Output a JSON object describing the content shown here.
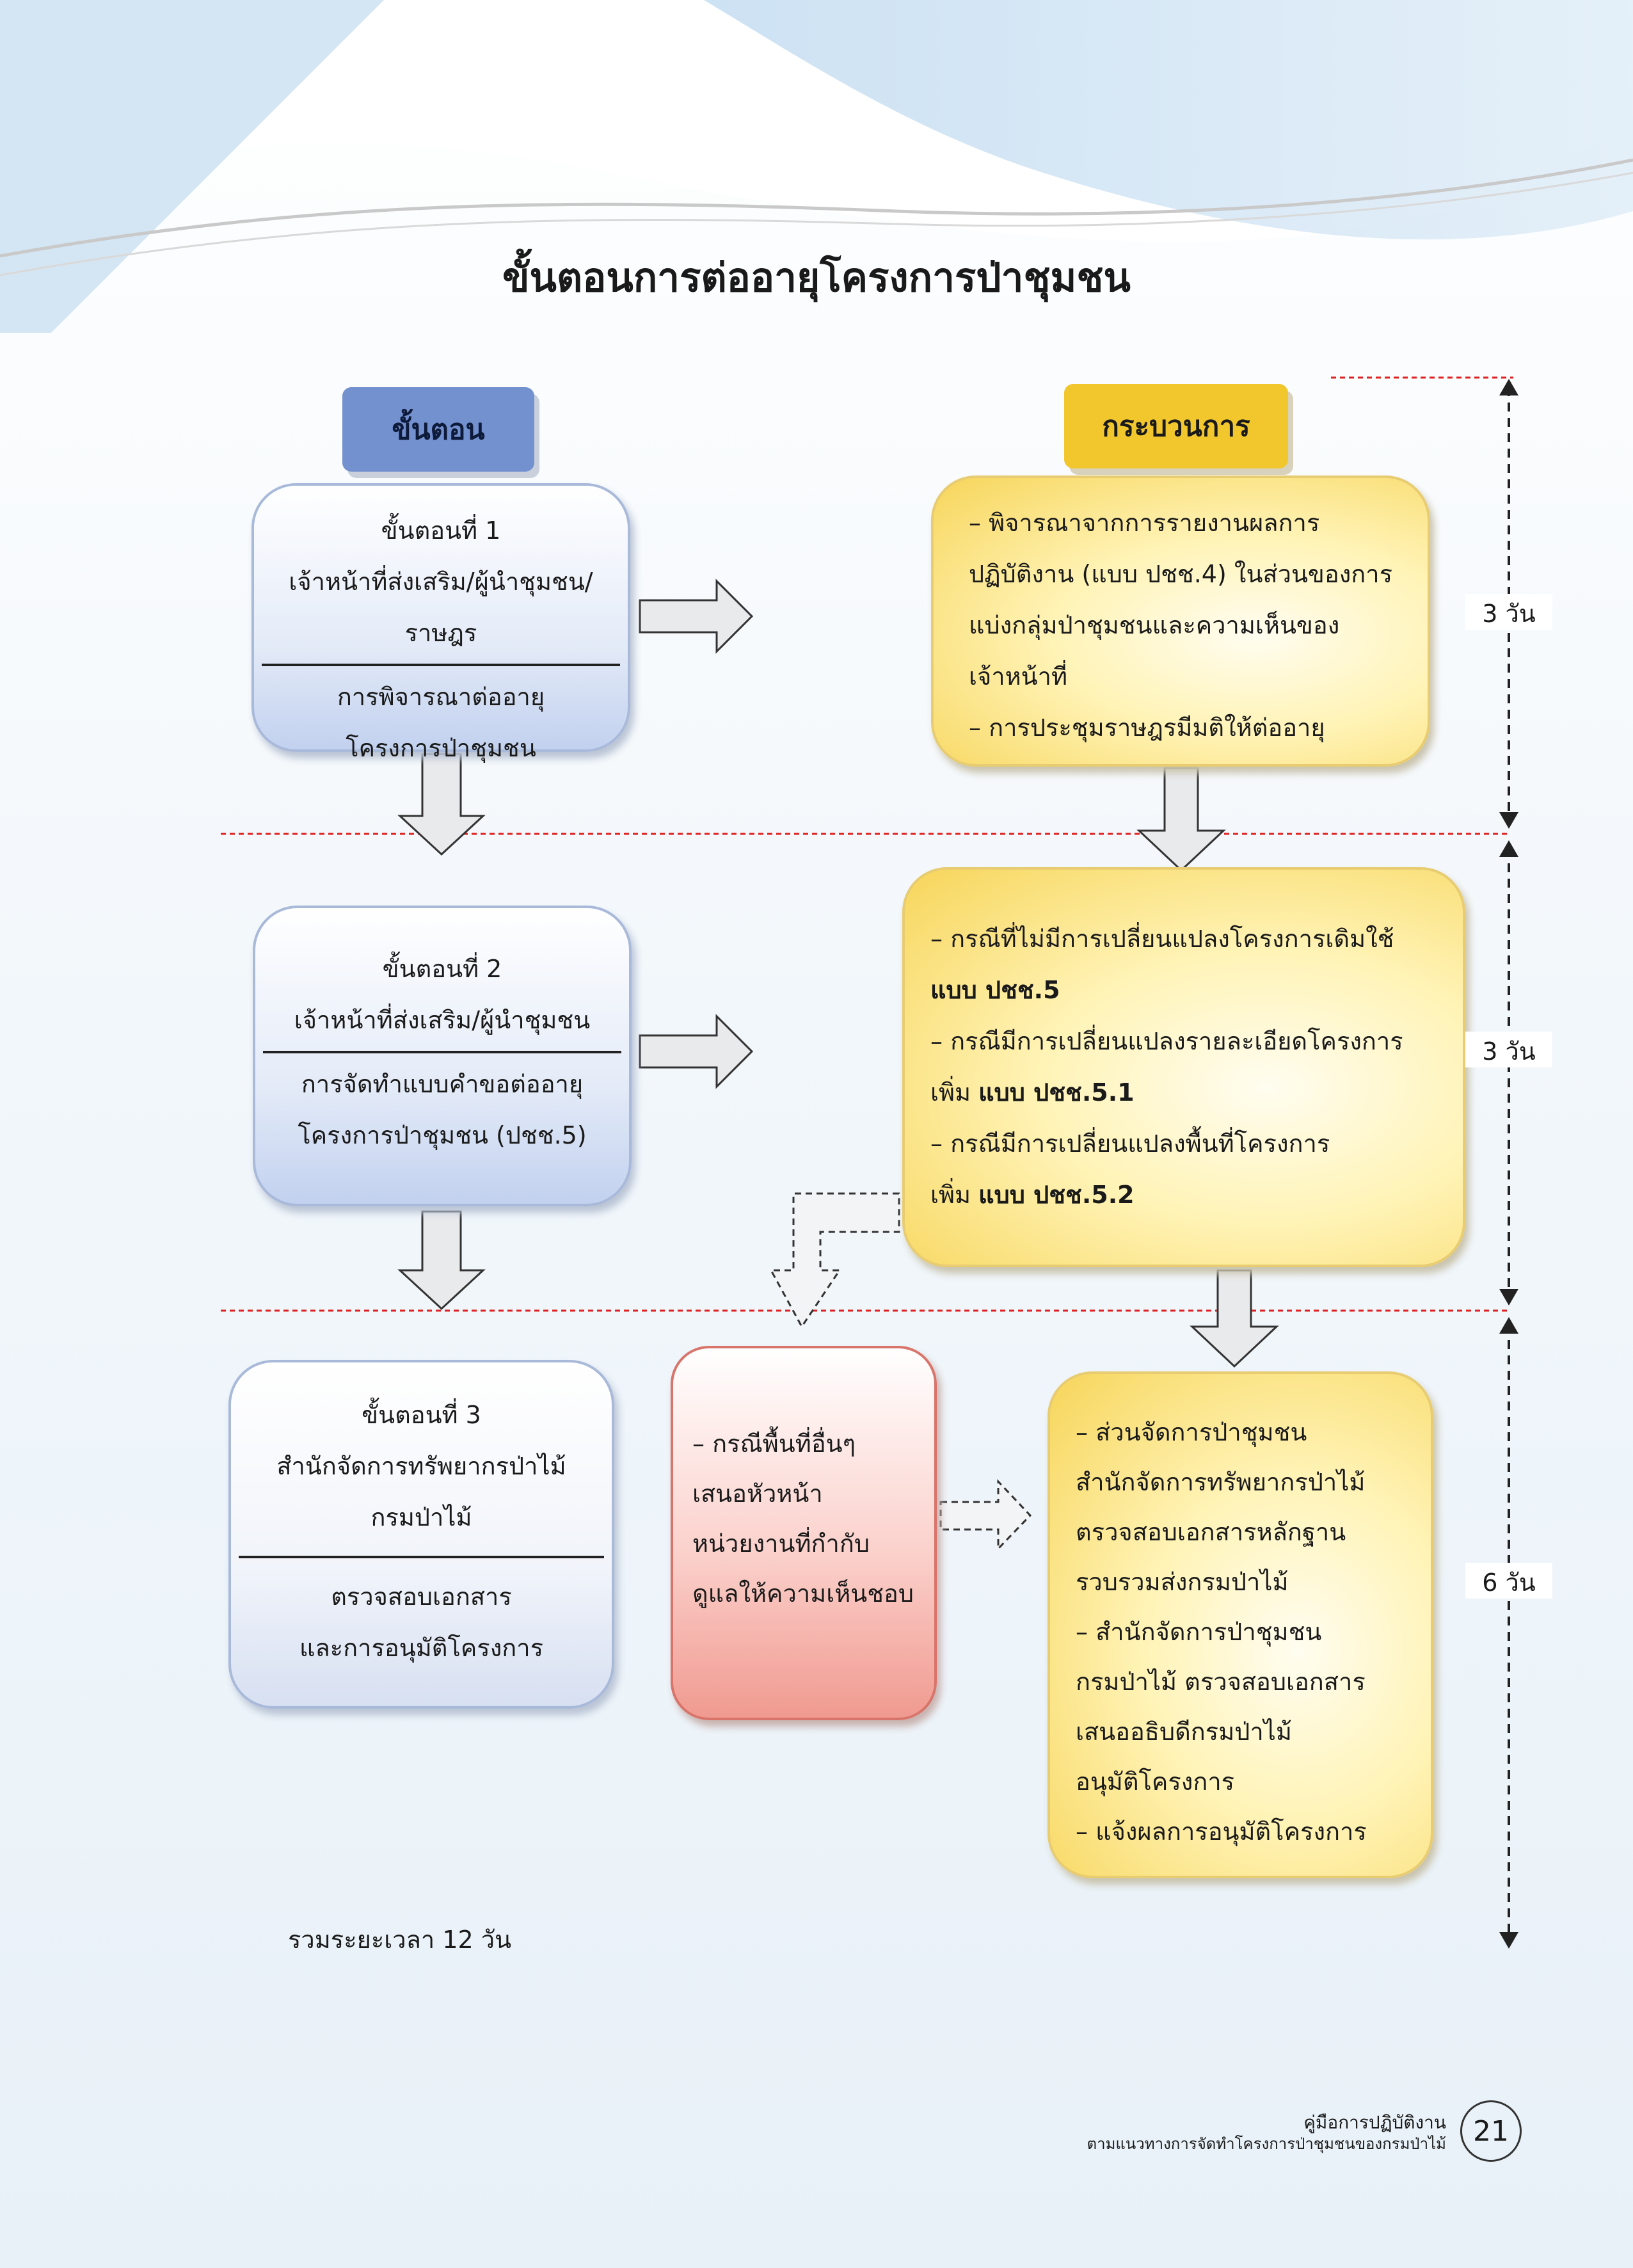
{
  "title": "ขั้นตอนการต่ออายุโครงการป่าชุมชน",
  "headers": {
    "steps": "ขั้นตอน",
    "process": "กระบวนการ"
  },
  "steps": [
    {
      "line1": "ขั้นตอนที่ 1",
      "line2": "เจ้าหน้าที่ส่งเสริม/ผู้นำชุมชน/ราษฎร",
      "line3": "การพิจารณาต่ออายุ",
      "line4": "โครงการป่าชุมชน"
    },
    {
      "line1": "ขั้นตอนที่ 2",
      "line2": "เจ้าหน้าที่ส่งเสริม/ผู้นำชุมชน",
      "line3": "การจัดทำแบบคำขอต่ออายุ",
      "line4": "โครงการป่าชุมชน (ปชช.5)"
    },
    {
      "line1": "ขั้นตอนที่ 3",
      "line2": "สำนักจัดการทรัพยากรป่าไม้",
      "line2b": "กรมป่าไม้",
      "line3": "ตรวจสอบเอกสาร",
      "line4": "และการอนุมัติโครงการ"
    }
  ],
  "process1": [
    "– พิจารณาจากการรายงานผลการ",
    "ปฏิบัติงาน (แบบ ปชช.4) ในส่วนของการ",
    "แบ่งกลุ่มป่าชุมชนและความเห็นของ",
    "เจ้าหน้าที่",
    " – การประชุมราษฎรมีมติให้ต่ออายุ"
  ],
  "process2": {
    "l1": "– กรณีที่ไม่มีการเปลี่ยนแปลงโครงการเดิมใช้",
    "l2": "แบบ ปชช.5",
    "l3": "– กรณีมีการเปลี่ยนแปลงรายละเอียดโครงการ",
    "l4a": "เพิ่ม ",
    "l4b": "แบบ ปชช.5.1",
    "l5": "– กรณีมีการเปลี่ยนแปลงพื้นที่โครงการ",
    "l6a": "เพิ่ม ",
    "l6b": "แบบ ปชช.5.2"
  },
  "case_other": [
    "  – กรณีพื้นที่อื่นๆ",
    "เสนอหัวหน้า",
    "หน่วยงานที่กำกับ",
    "ดูแลให้ความเห็นชอบ"
  ],
  "process3": [
    "  – ส่วนจัดการป่าชุมชน",
    "สำนักจัดการทรัพยากรป่าไม้",
    "ตรวจสอบเอกสารหลักฐาน",
    "รวบรวมส่งกรมป่าไม้",
    "– สำนักจัดการป่าชุมชน",
    "กรมป่าไม้ ตรวจสอบเอกสาร",
    "เสนออธิบดีกรมป่าไม้",
    "อนุมัติโครงการ",
    "– แจ้งผลการอนุมัติโครงการ"
  ],
  "durations": [
    "3 วัน",
    "3 วัน",
    "6 วัน"
  ],
  "total": "รวมระยะเวลา 12 วัน",
  "footer": {
    "line1": "คู่มือการปฏิบัติงาน",
    "line2": "ตามแนวทางการจัดทำโครงการป่าชุมชนของกรมป่าไม้",
    "page": "21"
  }
}
